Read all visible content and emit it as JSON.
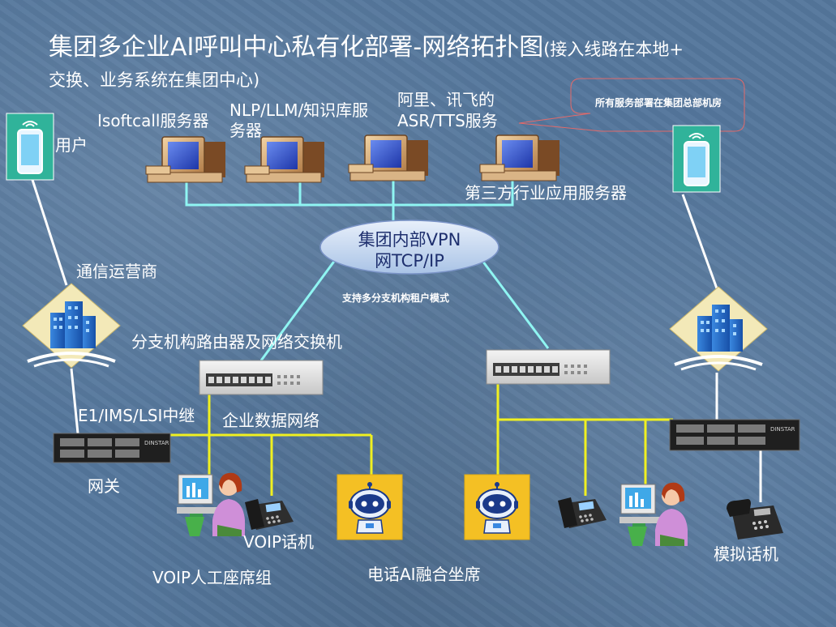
{
  "title": {
    "main": "集团多企业AI呼叫中心私有化部署-网络拓扑图",
    "suffix_line1": "(接入线路在本地+",
    "line2": "交换、业务系统在集团中心)"
  },
  "servers": {
    "isoftcall": "Isoftcall服务器",
    "nlp_line1": "NLP/LLM/知识库服",
    "nlp_line2": "务器",
    "asr_line1": "阿里、讯飞的",
    "asr_line2": "ASR/TTS服务",
    "third_party": "第三方行业应用服务器"
  },
  "callout": "所有服务部署在集团总部机房",
  "cloud": {
    "line1": "集团内部VPN",
    "line2": "网TCP/IP"
  },
  "multi_branch_note": "支持多分支机构租户模式",
  "user_label": "用户",
  "carrier_label": "通信运营商",
  "branch_router_label": "分支机构路由器及网络交换机",
  "trunk_label": "E1/IMS/LSI中继",
  "enterprise_network_label": "企业数据网络",
  "gateway_label": "网关",
  "gateway_brand": "DINSTAR",
  "voip_phone_label": "VOIP话机",
  "voip_agent_group_label": "VOIP人工座席组",
  "ai_agent_label": "电话AI融合坐席",
  "analog_phone_label": "模拟话机",
  "colors": {
    "network_link": "#8ff5f2",
    "lan_link": "#f0f020",
    "phone_link": "#ffffff",
    "cloud_fill": "#cfe0f5",
    "phone_tile": "#30b39a",
    "robot_tile": "#f4c024"
  }
}
